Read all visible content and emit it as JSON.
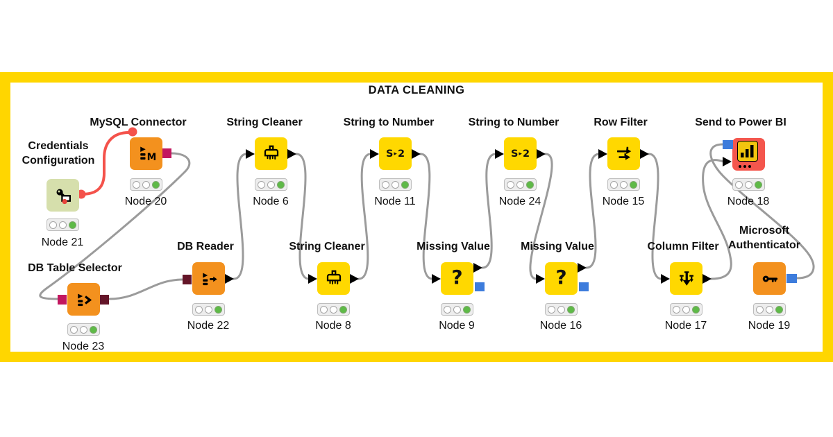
{
  "canvas": {
    "title": "DATA CLEANING"
  },
  "colors": {
    "frame": "#FFD600",
    "node_yellow": "#FFD800",
    "node_orange": "#F3911E",
    "node_red": "#F4564D",
    "node_green": "#D6DFAC",
    "wire": "#9B9B9B",
    "wire_flow_variable": "#F4524B",
    "port_magenta": "#C2175F",
    "port_maroon": "#641528",
    "port_blue": "#3D7CDC",
    "lamp_on": "#5EBA47"
  },
  "icon_text": {
    "mysql_m": "M",
    "s": "S",
    "two": "2",
    "caret": "▸",
    "question": "?"
  },
  "nodes": [
    {
      "title": "Credentials\nConfiguration",
      "label": "Node 21",
      "icon": "key-card-icon",
      "status": "executed"
    },
    {
      "title": "MySQL Connector",
      "label": "Node 20",
      "icon": "database-m-icon",
      "status": "executed"
    },
    {
      "title": "DB Table Selector",
      "label": "Node 23",
      "icon": "database-select-icon",
      "status": "executed"
    },
    {
      "title": "DB Reader",
      "label": "Node 22",
      "icon": "database-read-icon",
      "status": "executed"
    },
    {
      "title": "String Cleaner",
      "label": "Node 6",
      "icon": "broom-icon",
      "status": "executed"
    },
    {
      "title": "String Cleaner",
      "label": "Node 8",
      "icon": "broom-icon",
      "status": "executed"
    },
    {
      "title": "String to Number",
      "label": "Node 11",
      "icon": "s-to-2-icon",
      "status": "executed"
    },
    {
      "title": "Missing Value",
      "label": "Node 9",
      "icon": "question-mark-icon",
      "status": "executed"
    },
    {
      "title": "String to Number",
      "label": "Node 24",
      "icon": "s-to-2-icon",
      "status": "executed"
    },
    {
      "title": "Missing Value",
      "label": "Node 16",
      "icon": "question-mark-icon",
      "status": "executed"
    },
    {
      "title": "Row Filter",
      "label": "Node 15",
      "icon": "row-filter-icon",
      "status": "executed"
    },
    {
      "title": "Column Filter",
      "label": "Node 17",
      "icon": "column-filter-icon",
      "status": "executed"
    },
    {
      "title": "Send to Power BI",
      "label": "Node 18",
      "icon": "bar-chart-icon",
      "status": "executed"
    },
    {
      "title": "Microsoft\nAuthenticator",
      "label": "Node 19",
      "icon": "key-icon",
      "status": "executed"
    }
  ],
  "connections": [
    {
      "from": "Node 21",
      "to": "Node 20",
      "type": "flow-variable"
    },
    {
      "from": "Node 20",
      "to": "Node 23",
      "type": "db-session"
    },
    {
      "from": "Node 23",
      "to": "Node 22",
      "type": "db-data"
    },
    {
      "from": "Node 22",
      "to": "Node 6",
      "type": "data"
    },
    {
      "from": "Node 6",
      "to": "Node 8",
      "type": "data"
    },
    {
      "from": "Node 8",
      "to": "Node 11",
      "type": "data"
    },
    {
      "from": "Node 11",
      "to": "Node 9",
      "type": "data"
    },
    {
      "from": "Node 9",
      "to": "Node 24",
      "type": "data"
    },
    {
      "from": "Node 24",
      "to": "Node 16",
      "type": "data"
    },
    {
      "from": "Node 16",
      "to": "Node 15",
      "type": "data"
    },
    {
      "from": "Node 15",
      "to": "Node 17",
      "type": "data"
    },
    {
      "from": "Node 17",
      "to": "Node 18",
      "type": "data"
    },
    {
      "from": "Node 19",
      "to": "Node 18",
      "type": "credential"
    }
  ]
}
